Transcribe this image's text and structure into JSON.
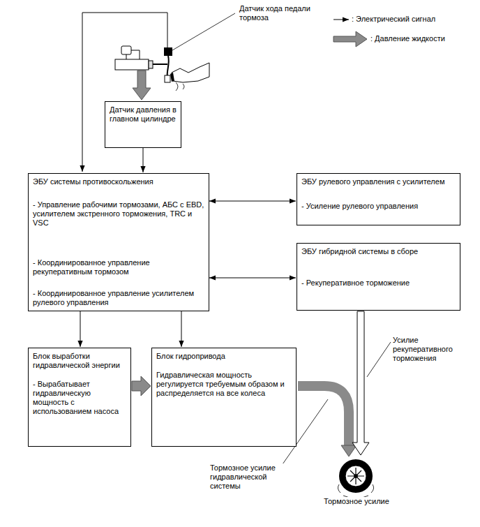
{
  "diagram": {
    "nodes": [
      {
        "text": [
          "Датчик давления в главном цилиндре"
        ]
      },
      {
        "text": [
          "ЭБУ системы противоскольжения",
          "- Управление рабочими тормозами, АБС с EBD, усилителем экстренного торможения, TRC и VSC",
          "- Координированное управление рекуперативным тормозом",
          "- Координированное управление усилителем рулевого управления"
        ]
      },
      {
        "text": [
          "ЭБУ рулевого управления с усилителем",
          "- Усиление рулевого управления"
        ]
      },
      {
        "text": [
          "ЭБУ гибридной системы в сборе",
          "- Рекуперативное торможение"
        ]
      },
      {
        "text": [
          "Блок выработки гидравлической энергии",
          "- Вырабатывает гидравлическую мощность с использованием насоса"
        ]
      },
      {
        "text": [
          "Блок гидропривода",
          "Гидравлическая мощность регулируется требуемым образом и распределяется на все колеса"
        ]
      }
    ],
    "edges": [
      {
        "from": 0,
        "to": 1,
        "arrow": "to"
      },
      {
        "from": 1,
        "to": 2,
        "arrow": "both"
      },
      {
        "from": 1,
        "to": 3,
        "arrow": "both"
      },
      {
        "from": 1,
        "to": 4,
        "arrow": "to"
      },
      {
        "from": 1,
        "to": 5,
        "arrow": "to"
      },
      {
        "from": 4,
        "to": 5,
        "arrow": "to"
      }
    ],
    "labels": [
      "Датчик хода педали тормоза",
      "Усилие рекуперативного торможения",
      "Тормозное усилие гидравлической системы",
      "Тормозное усилие"
    ],
    "legend": [
      {
        "text": ": Электрический сигнал"
      },
      {
        "text": ": Давление жидкости"
      }
    ]
  }
}
